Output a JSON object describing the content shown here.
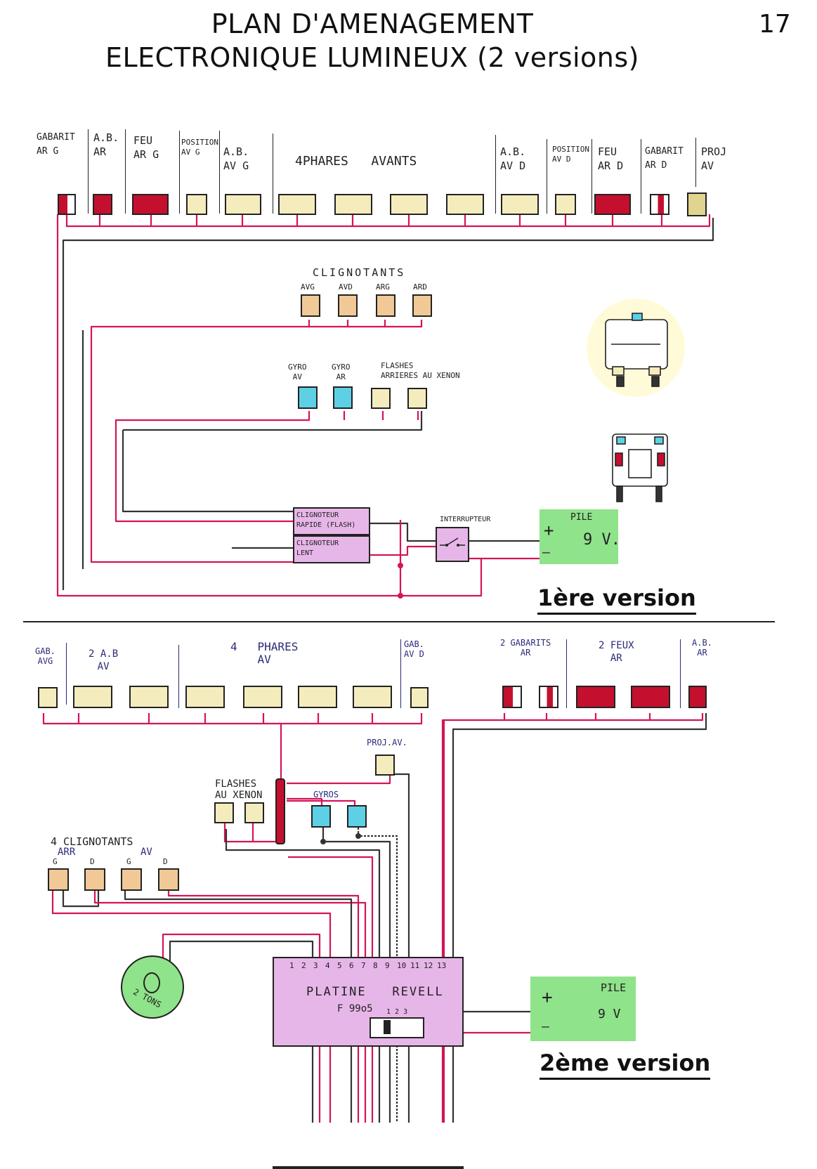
{
  "header": {
    "title_line1": "PLAN D'AMENAGEMENT",
    "title_line2": "ELECTRONIQUE LUMINEUX (2 versions)",
    "page_number": "17"
  },
  "v1": {
    "top_labels": {
      "gabarit_arg": "GABARIT\nAR G",
      "ab_ar": "A.B.\nAR",
      "feu_arg": "FEU\nAR G",
      "position_avg": "POSITION\nAV G",
      "ab_avg": "A.B.\nAV G",
      "phares": "4PHARES   AVANTS",
      "ab_avd": "A.B.\nAV D",
      "position_avd": "POSITION\nAV D",
      "feu_ard": "FEU\nAR D",
      "gabarit_ard": "GABARIT\nAR D",
      "proj_av": "PROJ\nAV"
    },
    "clignotants": {
      "title": "CLIGNOTANTS",
      "items": [
        "AVG",
        "AVD",
        "ARG",
        "ARD"
      ]
    },
    "gyro": {
      "gyro_av": "GYRO\nAV",
      "gyro_ar": "GYRO\nAR",
      "flashes": "FLASHES\nARRIERES AU XENON"
    },
    "modules": {
      "clignoteur_rapide": "CLIGNOTEUR\nRAPIDE (FLASH)",
      "clignoteur_lent": "CLIGNOTEUR\nLENT",
      "interrupteur": "INTERRUPTEUR",
      "pile": "PILE",
      "plus": "+",
      "minus": "—",
      "volts": "9 V."
    },
    "version_label": "1ère version"
  },
  "v2": {
    "top_labels": {
      "gab_avg": "GAB.\nAVG",
      "ab_av": "2 A.B\nAV",
      "phares": "4   PHARES\nAV",
      "gab_avd": "GAB.\nAV D",
      "gabarits_ar": "2 GABARITS\nAR",
      "feux_ar": "2 FEUX\nAR",
      "ab_ar": "A.B.\nAR"
    },
    "proj_av": "PROJ.AV.",
    "flashes": "FLASHES\nAU XENON",
    "gyros": "GYROS",
    "clignotants": {
      "title": "4 CLIGNOTANTS",
      "arr": "ARR",
      "av": "AV",
      "g1": "G",
      "d1": "D",
      "g2": "G",
      "d2": "D"
    },
    "two_tons": "2 TONS",
    "platine": {
      "pins": [
        "1",
        "2",
        "3",
        "4",
        "5",
        "6",
        "7",
        "8",
        "9",
        "10",
        "11",
        "12",
        "13"
      ],
      "name": "PLATINE   REVELL",
      "ref": "F 99o5",
      "switch_numbers": "1 2 3"
    },
    "pile": "PILE",
    "plus": "+",
    "minus": "—",
    "volts": "9 V",
    "version_label": "2ème version"
  },
  "colors": {
    "wire_red": "#d4145a",
    "wire_black": "#333333",
    "lamp_cream": "#f5ecbe",
    "lamp_red": "#c4102e",
    "lamp_orange": "#f1c996",
    "lamp_blue": "#5ed0e6",
    "module_purple": "#e7b6e8",
    "battery_green": "#8fe38a"
  }
}
